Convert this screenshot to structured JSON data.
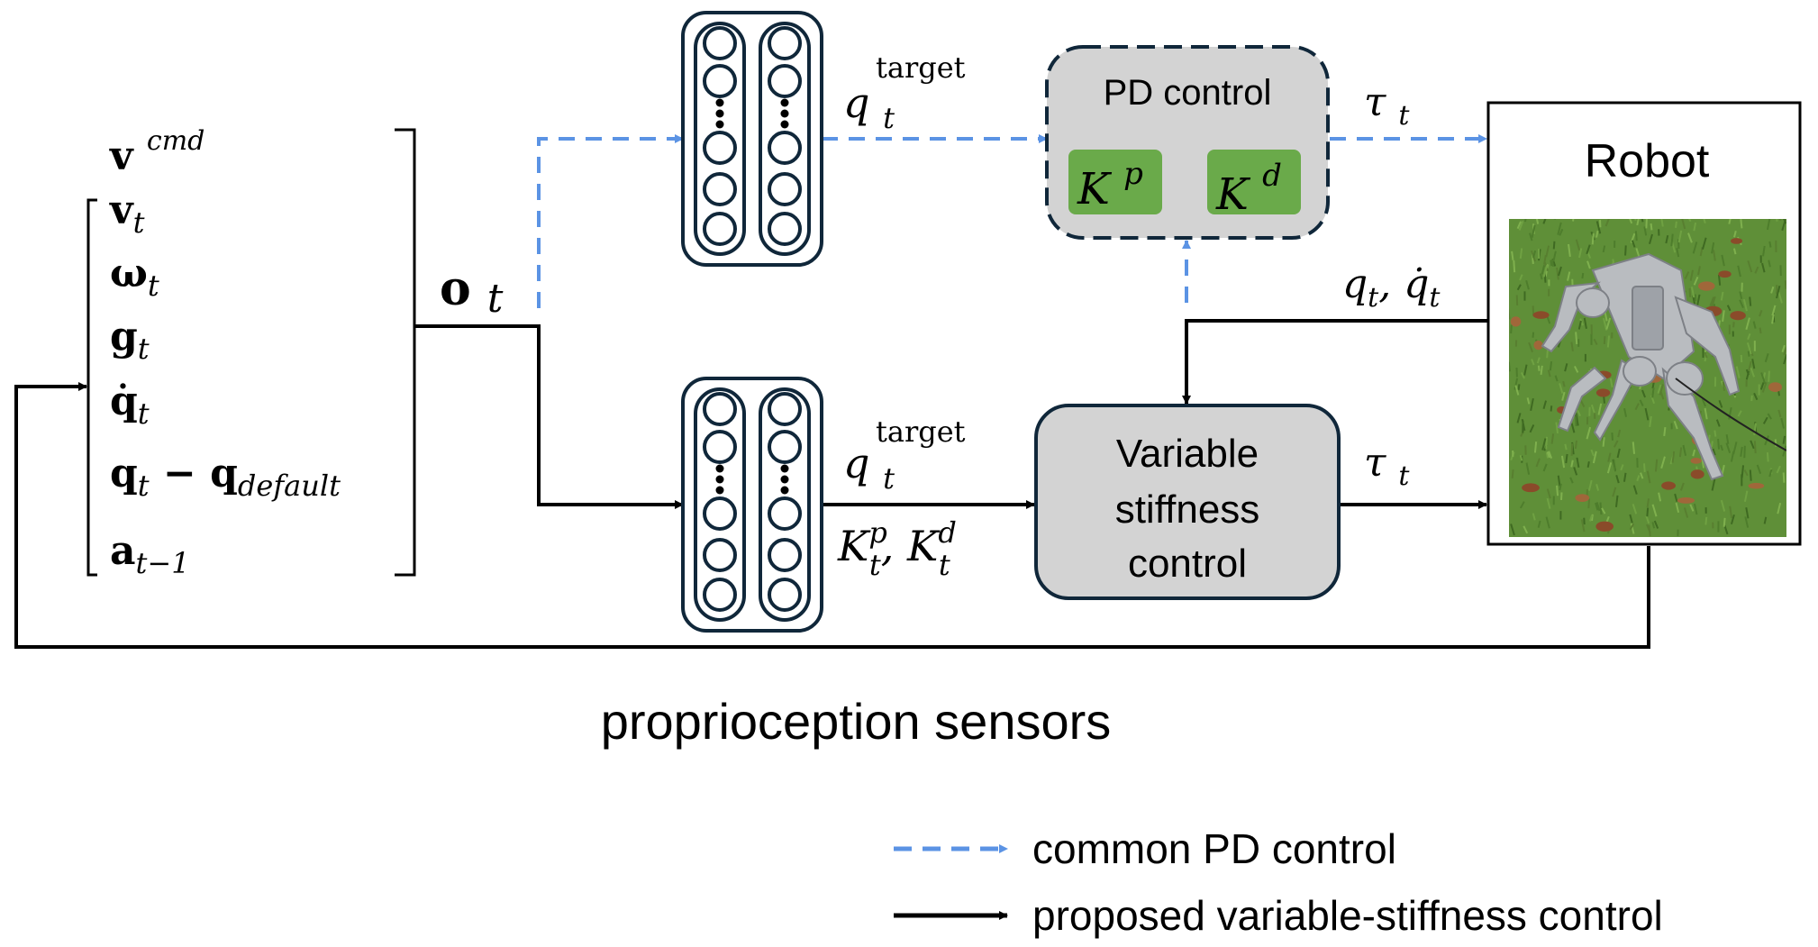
{
  "colors": {
    "blue": "#5b93e4",
    "black": "#000000",
    "navy": "#10273a",
    "box_gray": "#d3d3d3",
    "gain_green": "#6aaa4a",
    "grass_green": "#5f8f38"
  },
  "observations": {
    "cmd": "v",
    "cmd_sup": "cmd",
    "items": [
      {
        "sym": "v",
        "sub": "t"
      },
      {
        "sym": "ω",
        "sub": "t"
      },
      {
        "sym": "g",
        "sub": "t"
      },
      {
        "sym": "q̇",
        "sub": "t"
      },
      {
        "sym": "q",
        "sub": "t",
        "extra": " − q",
        "extra_sub": "default"
      },
      {
        "sym": "a",
        "sub": "t−1"
      }
    ],
    "obs_label": "o",
    "obs_sub": "t"
  },
  "top_path": {
    "network_icon": "neural-network-icon",
    "target_label": "q",
    "target_sub": "t",
    "target_sup": "target",
    "pd_box_title": "PD control",
    "kp": "K",
    "kp_sup": "p",
    "kd": "K",
    "kd_sup": "d",
    "tau": "τ",
    "tau_sub": "t"
  },
  "bottom_path": {
    "network_icon": "neural-network-icon",
    "target_label": "q",
    "target_sub": "t",
    "target_sup": "target",
    "gains": "K",
    "gains_sub": "t",
    "gains_sup_p": "p",
    "gains_sup_d": "d",
    "vsc_lines": [
      "Variable",
      "stiffness",
      "control"
    ],
    "tau": "τ",
    "tau_sub": "t"
  },
  "robot": {
    "title": "Robot",
    "state_q": "q",
    "state_qdot": "q̇",
    "state_sub": "t",
    "photo_icon": "quadruped-robot-photo"
  },
  "feedback_label": "proprioception sensors",
  "legend": [
    {
      "style": "dashed-blue",
      "label": "common PD control"
    },
    {
      "style": "solid-black",
      "label": "proposed variable-stiffness control"
    }
  ]
}
